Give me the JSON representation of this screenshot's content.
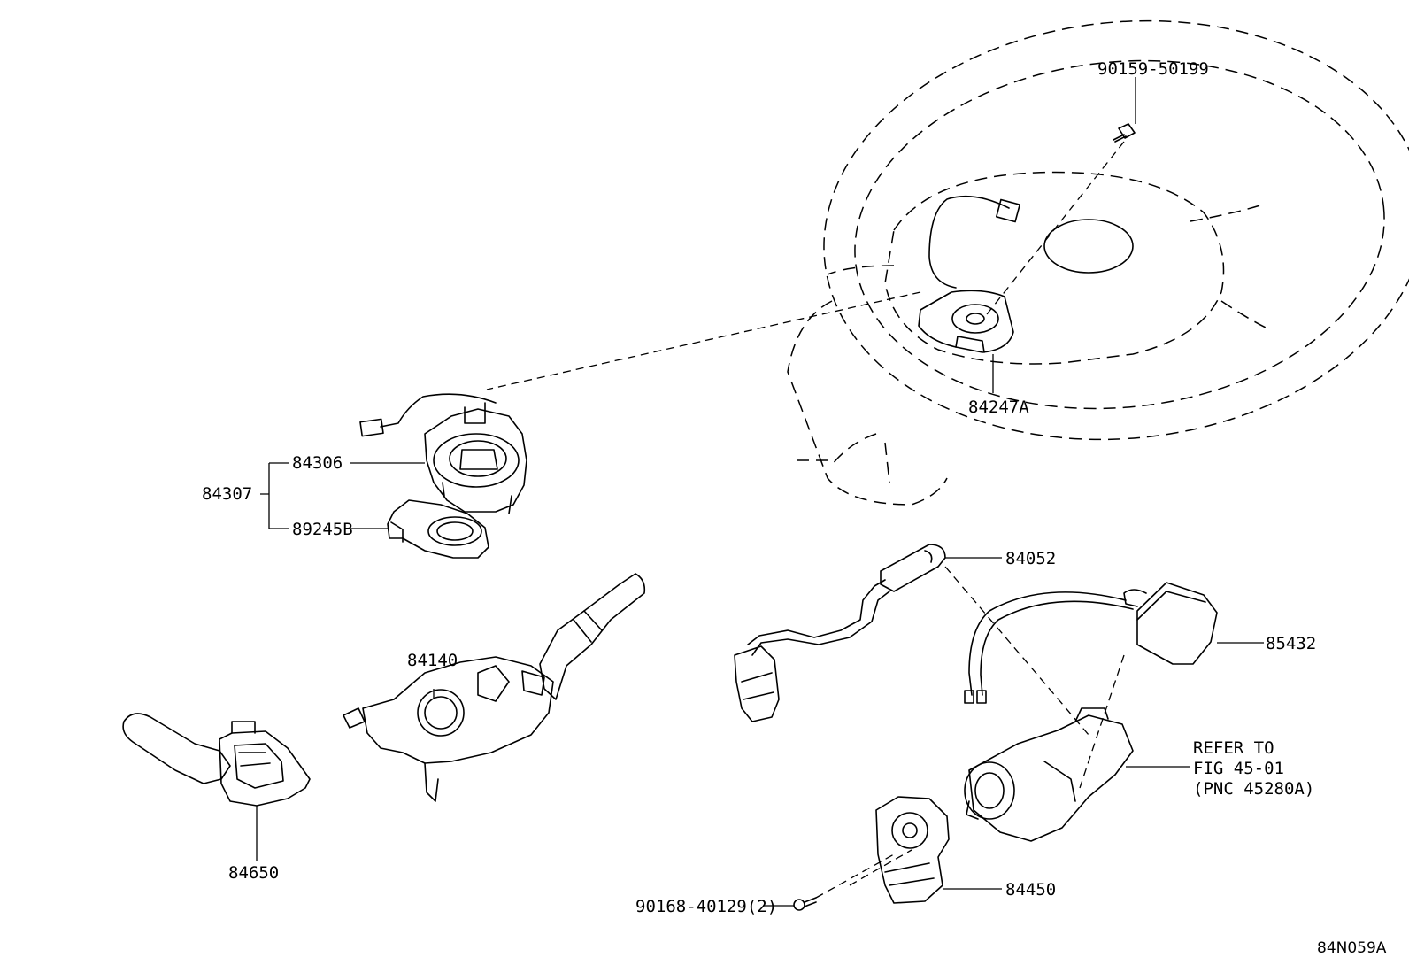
{
  "diagram": {
    "labels": {
      "p90159": "90159-50199",
      "p84247A": "84247A",
      "p84306": "84306",
      "p84307": "84307",
      "p89245B": "89245B",
      "p84052": "84052",
      "p85432": "85432",
      "p84140": "84140",
      "p84650": "84650",
      "p84450": "84450",
      "p90168": "90168-40129(2)"
    },
    "refer": {
      "line1": "REFER TO",
      "line2": "FIG 45-01",
      "line3": "(PNC 45280A)"
    },
    "figure_code": "84N059A"
  }
}
